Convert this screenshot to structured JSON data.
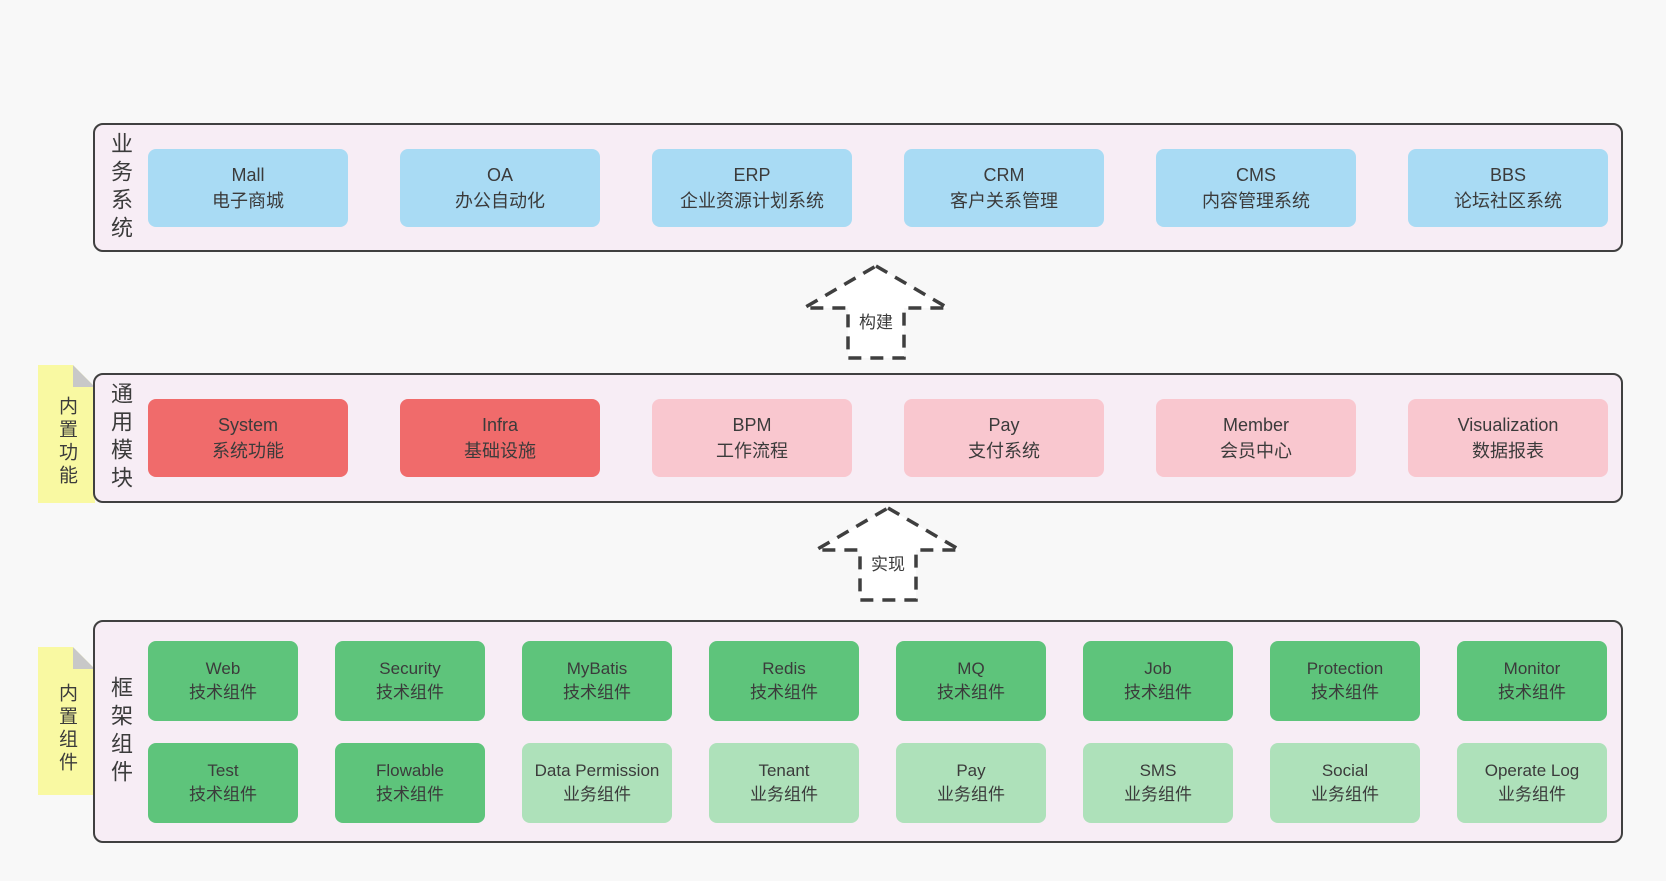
{
  "colors": {
    "canvas_bg": "#f8f8f8",
    "section_bg": "#f7edf5",
    "section_border": "#404040",
    "blue_box": "#a9dbf4",
    "red_box": "#f06b6b",
    "pink_box": "#f9c7cf",
    "green_box": "#5ec47b",
    "light_green_box": "#aee1ba",
    "sticky_note": "#f9f9a2",
    "sticky_fold": "#c8c8c8",
    "text": "#3b3b3b"
  },
  "arrows": [
    {
      "label": "构建"
    },
    {
      "label": "实现"
    }
  ],
  "layers": {
    "business": {
      "label": "业务系统",
      "boxes": [
        {
          "name": "Mall",
          "desc": "电子商城"
        },
        {
          "name": "OA",
          "desc": "办公自动化"
        },
        {
          "name": "ERP",
          "desc": "企业资源计划系统"
        },
        {
          "name": "CRM",
          "desc": "客户关系管理"
        },
        {
          "name": "CMS",
          "desc": "内容管理系统"
        },
        {
          "name": "BBS",
          "desc": "论坛社区系统"
        }
      ]
    },
    "modules": {
      "label": "通用模块",
      "tab": "内置功能",
      "boxes": [
        {
          "name": "System",
          "desc": "系统功能"
        },
        {
          "name": "Infra",
          "desc": "基础设施"
        },
        {
          "name": "BPM",
          "desc": "工作流程"
        },
        {
          "name": "Pay",
          "desc": "支付系统"
        },
        {
          "name": "Member",
          "desc": "会员中心"
        },
        {
          "name": "Visualization",
          "desc": "数据报表"
        }
      ]
    },
    "components": {
      "label": "框架组件",
      "tab": "内置组件",
      "row1": [
        {
          "name": "Web",
          "desc": "技术组件"
        },
        {
          "name": "Security",
          "desc": "技术组件"
        },
        {
          "name": "MyBatis",
          "desc": "技术组件"
        },
        {
          "name": "Redis",
          "desc": "技术组件"
        },
        {
          "name": "MQ",
          "desc": "技术组件"
        },
        {
          "name": "Job",
          "desc": "技术组件"
        },
        {
          "name": "Protection",
          "desc": "技术组件"
        },
        {
          "name": "Monitor",
          "desc": "技术组件"
        }
      ],
      "row2": [
        {
          "name": "Test",
          "desc": "技术组件"
        },
        {
          "name": "Flowable",
          "desc": "技术组件"
        },
        {
          "name": "Data Permission",
          "desc": "业务组件"
        },
        {
          "name": "Tenant",
          "desc": "业务组件"
        },
        {
          "name": "Pay",
          "desc": "业务组件"
        },
        {
          "name": "SMS",
          "desc": "业务组件"
        },
        {
          "name": "Social",
          "desc": "业务组件"
        },
        {
          "name": "Operate Log",
          "desc": "业务组件"
        }
      ]
    }
  }
}
